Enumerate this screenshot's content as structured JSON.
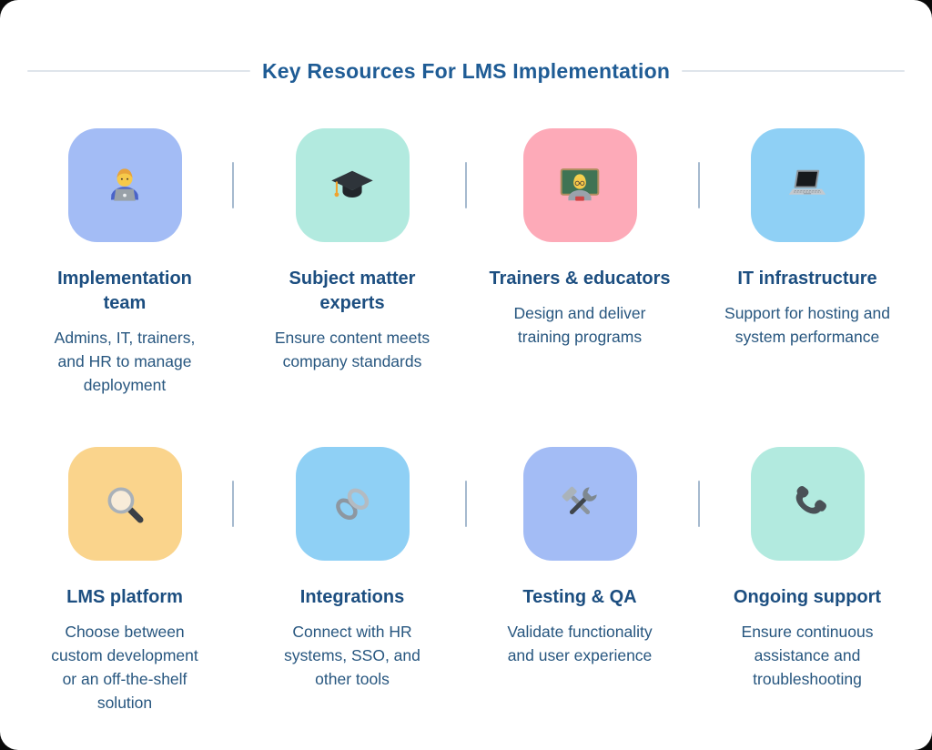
{
  "page": {
    "title": "Key Resources For LMS Implementation"
  },
  "colors": {
    "outer_background": "#0a0a0a",
    "page_background": "#ffffff",
    "heading_text": "#1f5c95",
    "card_title_text": "#1c4e80",
    "card_description_text": "#27567f",
    "header_rule": "#dfe5eb",
    "column_divider": "#a6bacf"
  },
  "cards": [
    {
      "title": "Implementation team",
      "description": "Admins, IT, trainers, and HR to manage deployment",
      "icon": "man-technologist-emoji",
      "tile_color": "#a3bcf5"
    },
    {
      "title": "Subject matter experts",
      "description": "Ensure content meets company standards",
      "icon": "graduation-cap-emoji",
      "tile_color": "#b2eadf"
    },
    {
      "title": "Trainers & educators",
      "description": "Design and deliver training programs",
      "icon": "teacher-emoji",
      "tile_color": "#fdaab8"
    },
    {
      "title": "IT infrastructure",
      "description": "Support for hosting and system performance",
      "icon": "laptop-emoji",
      "tile_color": "#8fd0f5"
    },
    {
      "title": "LMS platform",
      "description": "Choose between custom development or an off-the-shelf solution",
      "icon": "magnifying-glass-emoji",
      "tile_color": "#fad48c"
    },
    {
      "title": "Integrations",
      "description": "Connect with HR systems, SSO, and other tools",
      "icon": "link-emoji",
      "tile_color": "#8fd0f5"
    },
    {
      "title": "Testing & QA",
      "description": "Validate functionality and user experience",
      "icon": "hammer-and-wrench-emoji",
      "tile_color": "#a3bcf5"
    },
    {
      "title": "Ongoing support",
      "description": "Ensure continuous assistance and troubleshooting",
      "icon": "telephone-receiver-emoji",
      "tile_color": "#b2eadf"
    }
  ]
}
